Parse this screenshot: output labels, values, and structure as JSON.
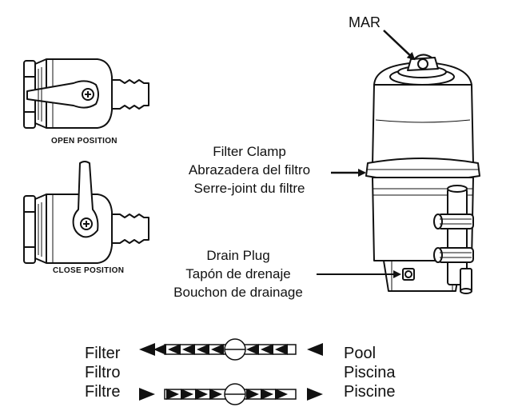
{
  "valve": {
    "open_caption": "OPEN POSITION",
    "close_caption": "CLOSE POSITION"
  },
  "filter_unit": {
    "mar_label": "MAR",
    "clamp": [
      "Filter Clamp",
      "Abrazadera del filtro",
      "Serre-joint du filtre"
    ],
    "drain": [
      "Drain Plug",
      "Tapón de drenaje",
      "Bouchon de drainage"
    ]
  },
  "flow": {
    "left": [
      "Filter",
      "Filtro",
      "Filtre"
    ],
    "right": [
      "Pool",
      "Piscina",
      "Piscine"
    ]
  }
}
